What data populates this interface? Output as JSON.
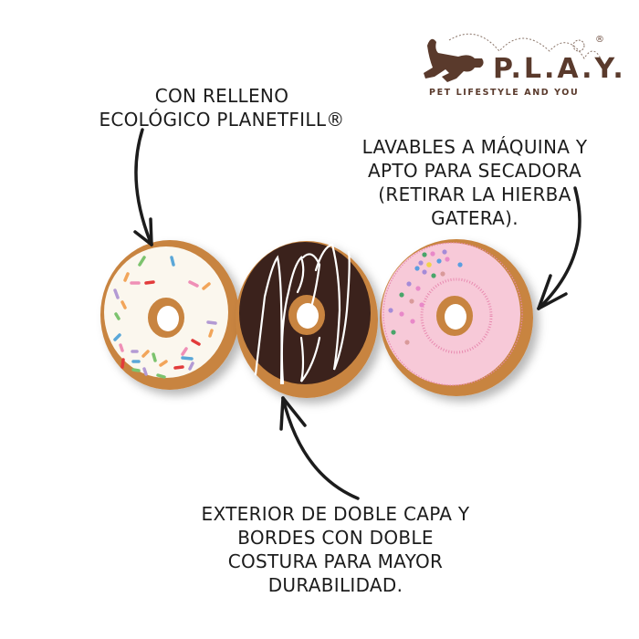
{
  "brand": {
    "name": "P.L.A.Y.",
    "tagline": "PET LIFESTYLE AND YOU",
    "registered": "®",
    "color": "#5a3a2c",
    "logo_icon": "dog-icon"
  },
  "callouts": {
    "filling": {
      "lines": [
        "CON RELLENO",
        "ECOLÓGICO PLANETFILL®"
      ]
    },
    "washable": {
      "lines": [
        "LAVABLES A MÁQUINA Y",
        "APTO PARA SECADORA",
        "(RETIRAR LA HIERBA",
        "GATERA)."
      ]
    },
    "durability": {
      "lines": [
        "EXTERIOR DE DOBLE CAPA Y",
        "BORDES CON DOBLE",
        "COSTURA PARA MAYOR",
        "DURABILIDAD."
      ]
    }
  },
  "products": [
    {
      "name": "vanilla-sprinkle-donut",
      "icing": "#fbf7ee",
      "dough": "#c8843f"
    },
    {
      "name": "chocolate-drizzle-donut",
      "icing": "#3b241b",
      "dough": "#c8843f",
      "drizzle": "#ffffff"
    },
    {
      "name": "pink-sprinkle-donut",
      "icing": "#f7c9d8",
      "dough": "#c8843f",
      "stitch": "#e88ab0"
    }
  ]
}
